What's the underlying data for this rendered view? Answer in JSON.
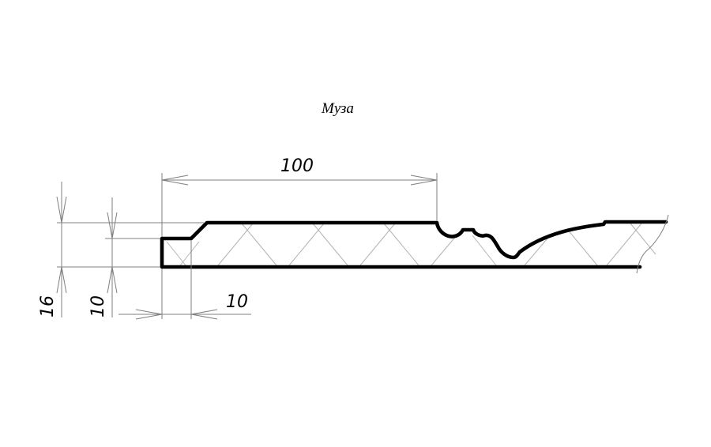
{
  "title": "Муза",
  "dimensions": {
    "length": "100",
    "total_thickness": "16",
    "tongue_thickness": "10",
    "tongue_length": "10"
  }
}
